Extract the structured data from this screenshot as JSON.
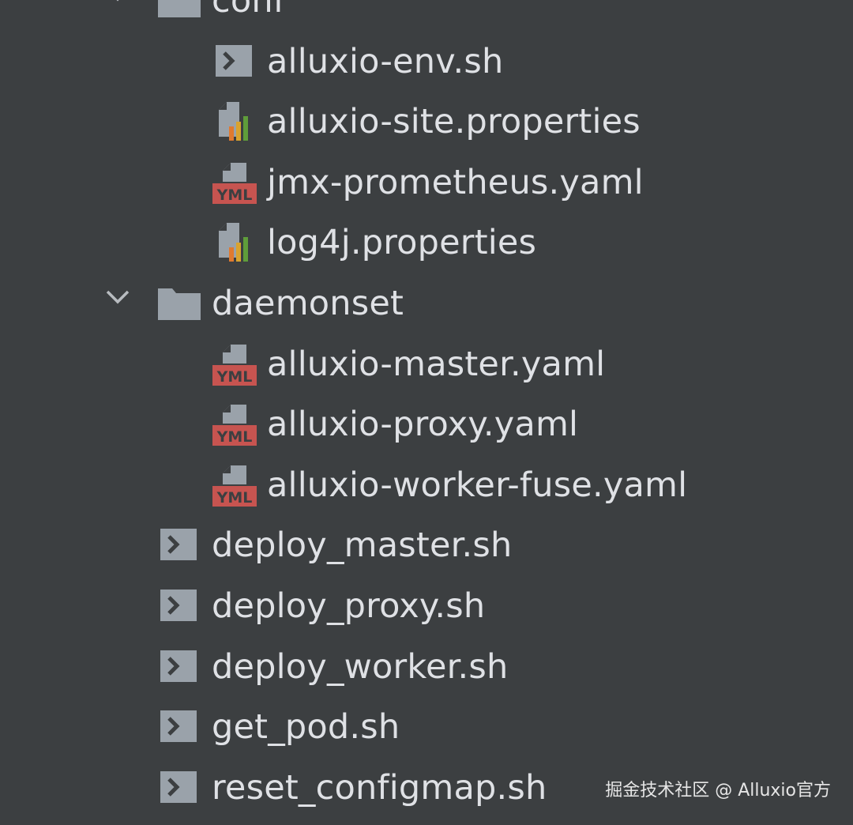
{
  "file_tree": {
    "items": [
      {
        "label": "conf",
        "kind": "folder",
        "expanded": true,
        "depth": 0
      },
      {
        "label": "alluxio-env.sh",
        "kind": "shell",
        "depth": 1
      },
      {
        "label": "alluxio-site.properties",
        "kind": "properties",
        "depth": 1
      },
      {
        "label": "jmx-prometheus.yaml",
        "kind": "yaml",
        "depth": 1
      },
      {
        "label": "log4j.properties",
        "kind": "properties",
        "depth": 1
      },
      {
        "label": "daemonset",
        "kind": "folder",
        "expanded": true,
        "depth": 0
      },
      {
        "label": "alluxio-master.yaml",
        "kind": "yaml",
        "depth": 1
      },
      {
        "label": "alluxio-proxy.yaml",
        "kind": "yaml",
        "depth": 1
      },
      {
        "label": "alluxio-worker-fuse.yaml",
        "kind": "yaml",
        "depth": 1
      },
      {
        "label": "deploy_master.sh",
        "kind": "shell",
        "depth": 0
      },
      {
        "label": "deploy_proxy.sh",
        "kind": "shell",
        "depth": 0
      },
      {
        "label": "deploy_worker.sh",
        "kind": "shell",
        "depth": 0
      },
      {
        "label": "get_pod.sh",
        "kind": "shell",
        "depth": 0
      },
      {
        "label": "reset_configmap.sh",
        "kind": "shell",
        "depth": 0
      }
    ]
  },
  "icons": {
    "folder": "folder-icon",
    "shell": "shell-script-icon",
    "properties": "properties-file-icon",
    "yaml": "yaml-file-icon",
    "yaml_badge_text": "YML",
    "chevron": "chevron-down-icon"
  },
  "colors": {
    "background": "#3c3f41",
    "text": "#dfe1e5",
    "icon_gray": "#9aa2aa",
    "yaml_red": "#c75450"
  },
  "watermark": {
    "text": "掘金技术社区 @ Alluxio官方"
  }
}
